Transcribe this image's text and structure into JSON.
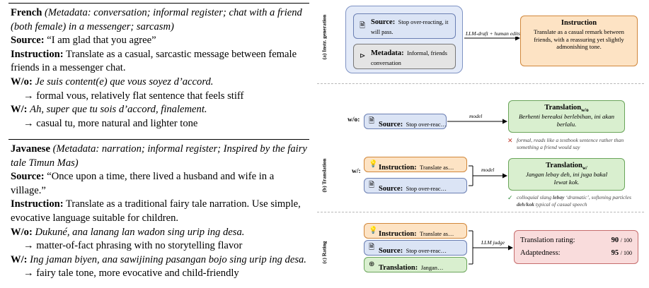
{
  "left": {
    "french": {
      "lang": "French",
      "meta": "(Metadata: conversation; informal register; chat with a friend (both female) in a messenger; sarcasm)",
      "source_label": "Source:",
      "source": "“I am glad that you agree”",
      "instr_label": "Instruction:",
      "instruction": "Translate as a casual, sarcastic message between female friends in a messenger chat.",
      "wo_label": "W/o:",
      "wo": "Je suis content(e) que vous soyez d’accord.",
      "wo_note": "→ formal vous, relatively flat sentence that feels stiff",
      "w_label": "W/:",
      "w": "Ah, super que tu sois d’accord, finalement.",
      "w_note": "→ casual tu, more natural and lighter tone"
    },
    "javanese": {
      "lang": "Javanese",
      "meta": "(Metadata: narration; informal register; Inspired by the fairy tale Timun Mas)",
      "source_label": "Source:",
      "source": "“Once upon a time, there lived a husband and wife in a village.”",
      "instr_label": "Instruction:",
      "instruction": "Translate as a traditional fairy tale narration. Use simple, evocative language suitable for children.",
      "wo_label": "W/o:",
      "wo": "Dukuné, ana lanang lan wadon sing urip ing desa.",
      "wo_note": "→ matter-of-fact phrasing with no storytelling flavor",
      "w_label": "W/:",
      "w": "Ing jaman biyen, ana sawijining pasangan bojo sing urip ing desa.",
      "w_note": "→ fairy tale tone, more evocative and child-friendly"
    }
  },
  "fig": {
    "sec_a": "(a) Instr. generation",
    "sec_b": "(b) Translation",
    "sec_c": "(c) Rating",
    "a": {
      "source_label": "Source:",
      "source_text": "Stop over-reacting, it will pass.",
      "meta_label": "Metadata:",
      "meta_text": "Informal, friends conversation",
      "arrow": "LLM-draft + human edits",
      "instr_title": "Instruction",
      "instr_text": "Translate as a casual remark between friends, with a reassuring yet slightly admonishing tone."
    },
    "b": {
      "wo_side": "w/o:",
      "w_side": "w/:",
      "source_label": "Source:",
      "source_short": "Stop over-reac…",
      "instr_label": "Instruction:",
      "instr_short": "Translate as…",
      "arrow_model": "model",
      "wo_title": "Translation",
      "wo_sub": "w/o",
      "wo_text": "Berhenti bereaksi berlebihan, ini akan berlalu.",
      "wo_mark": "✕",
      "wo_note": "formal, reads like a textbook sentence rather than something a friend would say",
      "w_title": "Translation",
      "w_sub": "w/",
      "w_text": "Jangan lebay deh, ini juga bakal lewat kok.",
      "w_mark": "✓",
      "w_note_1": "colloquial slang ",
      "w_note_b1": "lebay",
      "w_note_2": " ‘dramatic’, softening particles ",
      "w_note_b2": "deh",
      "w_note_3": "/",
      "w_note_b3": "kok",
      "w_note_4": " typical of casual speech"
    },
    "c": {
      "instr_label": "Instruction:",
      "instr_short": "Translate as…",
      "source_label": "Source:",
      "source_short": "Stop over-reac…",
      "trans_label": "Translation:",
      "trans_short": "Jangan…",
      "arrow": "LLM judge",
      "rating_label": "Translation rating:",
      "rating_value": "90",
      "rating_max": "/ 100",
      "adapt_label": "Adaptedness:",
      "adapt_value": "95",
      "adapt_max": "/ 100"
    },
    "colors": {
      "source": "#dbe4f5",
      "instr": "#fde3c4",
      "trans": "#d9efcf",
      "rating": "#f9dcdc",
      "meta": "#e4e4e4",
      "outer": "#e3eaf8"
    }
  }
}
